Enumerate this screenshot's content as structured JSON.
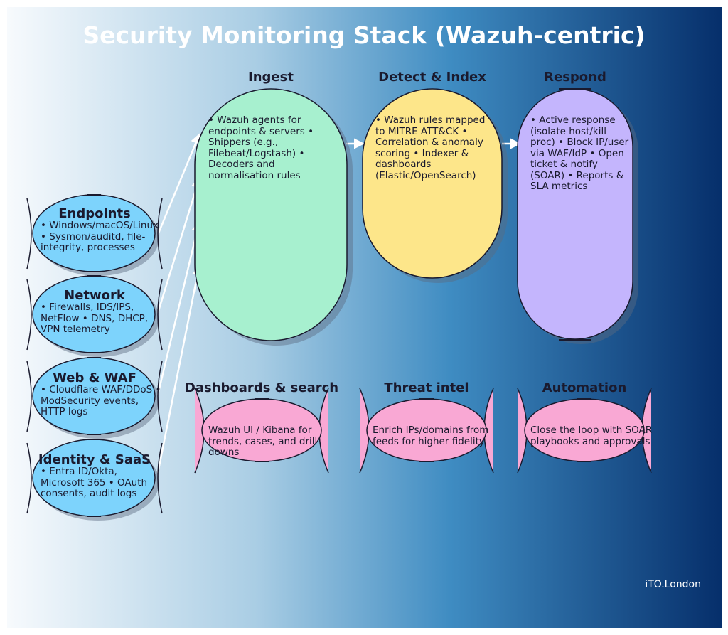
{
  "title": "Security Monitoring Stack (Wazuh-centric)",
  "columns": {
    "ingest": {
      "heading": "Ingest",
      "body": "• Wazuh agents for endpoints & servers • Shippers (e.g., Filebeat/Logstash) • Decoders and normalisation rules",
      "fill": "#a7f0cf"
    },
    "detect": {
      "heading": "Detect & Index",
      "body": "• Wazuh rules mapped to MITRE ATT&CK • Correlation & anomaly scoring • Indexer & dashboards (Elastic/OpenSearch)",
      "fill": "#fde68a"
    },
    "respond": {
      "heading": "Respond",
      "body": "• Active response (isolate host/kill proc) • Block IP/user via WAF/IdP • Open ticket & notify (SOAR) • Reports & SLA metrics",
      "fill": "#c4b5fd"
    }
  },
  "sources": [
    {
      "heading": "Endpoints",
      "body": "• Windows/macOS/Linux • Sysmon/auditd, file-integrity, processes"
    },
    {
      "heading": "Network",
      "body": "• Firewalls, IDS/IPS, NetFlow • DNS, DHCP, VPN telemetry"
    },
    {
      "heading": "Web & WAF",
      "body": "• Cloudflare WAF/DDoS • ModSecurity events, HTTP logs"
    },
    {
      "heading": "Identity & SaaS",
      "body": "• Entra ID/Okta, Microsoft 365 • OAuth consents, audit logs"
    }
  ],
  "source_fill": "#7dd3fc",
  "extras": [
    {
      "heading": "Dashboards & search",
      "body": "Wazuh UI / Kibana for trends, cases, and drill-downs"
    },
    {
      "heading": "Threat intel",
      "body": "Enrich IPs/domains from feeds for higher fidelity"
    },
    {
      "heading": "Automation",
      "body": "Close the loop with SOAR playbooks and approvals"
    }
  ],
  "extra_fill": "#f9a8d4",
  "watermark": "iTO.London"
}
